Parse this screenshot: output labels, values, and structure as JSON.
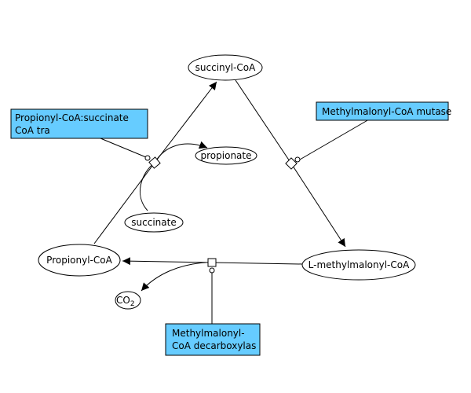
{
  "species": {
    "succinyl_coa": "succinyl-CoA",
    "propionate": "propionate",
    "succinate": "succinate",
    "propionyl_coa": "Propionyl-CoA",
    "l_methylmalonyl_coa": "L-methylmalonyl-CoA",
    "co2_main": "CO",
    "co2_sub": "2"
  },
  "enzymes": {
    "transferase_line1": "Propionyl-CoA:succinate",
    "transferase_line2": "CoA tra",
    "mutase": "Methylmalonyl-CoA mutase",
    "decarboxylase_line1": "Methylmalonyl-",
    "decarboxylase_line2": "CoA decarboxylas"
  },
  "colors": {
    "enzyme_fill": "#66ccff",
    "stroke": "#000000",
    "background": "#ffffff"
  }
}
